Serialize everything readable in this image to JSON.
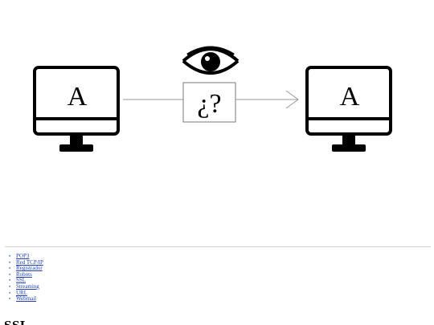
{
  "diagram": {
    "left_monitor_letter": "A",
    "right_monitor_letter": "A",
    "box_text": "¿?",
    "observer_icon": "eye-icon",
    "monitor_icon": "monitor-icon",
    "stroke_color": "#000000",
    "line_color": "#9a9a9a"
  },
  "nav": {
    "items": [
      {
        "label": "POP3"
      },
      {
        "label": "Red TCP/IP"
      },
      {
        "label": "Registrador"
      },
      {
        "label": "Robots"
      },
      {
        "label": "SSL"
      },
      {
        "label": "Streaming"
      },
      {
        "label": "URL"
      },
      {
        "label": "Webmail"
      }
    ],
    "link_color": "#1f3fb3",
    "bullet_color": "#6a8fb0"
  },
  "section": {
    "heading": "SSL"
  }
}
